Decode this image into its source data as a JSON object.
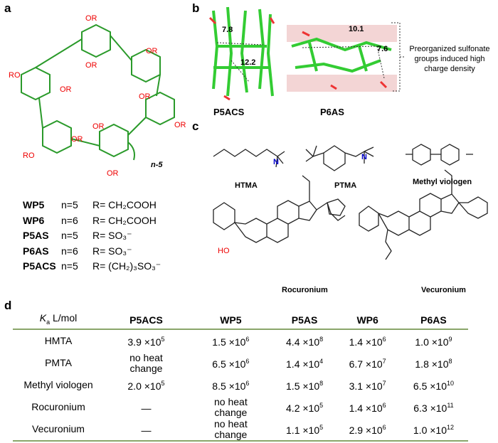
{
  "panels": {
    "a": "a",
    "b": "b",
    "c": "c",
    "d": "d"
  },
  "panel_a": {
    "or_label": "OR",
    "ro_label": "RO",
    "repeat_label": "n-5",
    "legend": [
      {
        "name": "WP5",
        "n": "n=5",
        "r": "R= CH₂COOH"
      },
      {
        "name": "WP6",
        "n": "n=6",
        "r": "R= CH₂COOH"
      },
      {
        "name": "P5AS",
        "n": "n=5",
        "r": "R= SO₃⁻"
      },
      {
        "name": "P6AS",
        "n": "n=6",
        "r": "R= SO₃⁻"
      },
      {
        "name": "P5ACS",
        "n": "n=5",
        "r": "R= (CH₂)₃SO₃⁻"
      }
    ]
  },
  "panel_b": {
    "p5acs_label": "P5ACS",
    "p6as_label": "P6AS",
    "dist1": "7.8",
    "dist2": "12.2",
    "dist3": "10.1",
    "dist4": "7.6",
    "note": "Preorganized sulfonate groups induced high charge density"
  },
  "panel_c": {
    "htma": "HTMA",
    "ptma": "PTMA",
    "mv": "Methyl viologen",
    "roc": "Rocuronium",
    "vec": "Vecuronium",
    "n_plus": "N",
    "ho": "HO"
  },
  "table": {
    "header_k": "K",
    "header_sub": "a",
    "header_unit": " L/mol",
    "columns": [
      "P5ACS",
      "WP5",
      "P5AS",
      "WP6",
      "P6AS"
    ],
    "rows": [
      {
        "guest": "HMTA",
        "values": [
          [
            "3.9 ×10",
            "5"
          ],
          [
            "1.5 ×10",
            "6"
          ],
          [
            "4.4 ×10",
            "8"
          ],
          [
            "1.4 ×10",
            "6"
          ],
          [
            "1.0 ×10",
            "9"
          ]
        ]
      },
      {
        "guest": "PMTA",
        "values": [
          [
            "no heat change",
            ""
          ],
          [
            "6.5 ×10",
            "6"
          ],
          [
            "1.4 ×10",
            "4"
          ],
          [
            "6.7 ×10",
            "7"
          ],
          [
            "1.8 ×10",
            "8"
          ]
        ]
      },
      {
        "guest": "Methyl viologen",
        "values": [
          [
            "2.0 ×10",
            "5"
          ],
          [
            "8.5 ×10",
            "6"
          ],
          [
            "1.5 ×10",
            "8"
          ],
          [
            "3.1 ×10",
            "7"
          ],
          [
            "6.5 ×10",
            "10"
          ]
        ]
      },
      {
        "guest": "Rocuronium",
        "values": [
          [
            "—",
            ""
          ],
          [
            "no heat change",
            ""
          ],
          [
            "4.2 ×10",
            "5"
          ],
          [
            "1.4 ×10",
            "6"
          ],
          [
            "6.3 ×10",
            "11"
          ]
        ]
      },
      {
        "guest": "Vecuronium",
        "values": [
          [
            "—",
            ""
          ],
          [
            "no heat change",
            ""
          ],
          [
            "1.1 ×10",
            "5"
          ],
          [
            "2.9 ×10",
            "6"
          ],
          [
            "1.0 ×10",
            "12"
          ]
        ]
      }
    ]
  },
  "colors": {
    "green": "#2a9a2a",
    "red": "#e00000",
    "rule": "#8aa66a",
    "pink": "#f3d5d5"
  }
}
